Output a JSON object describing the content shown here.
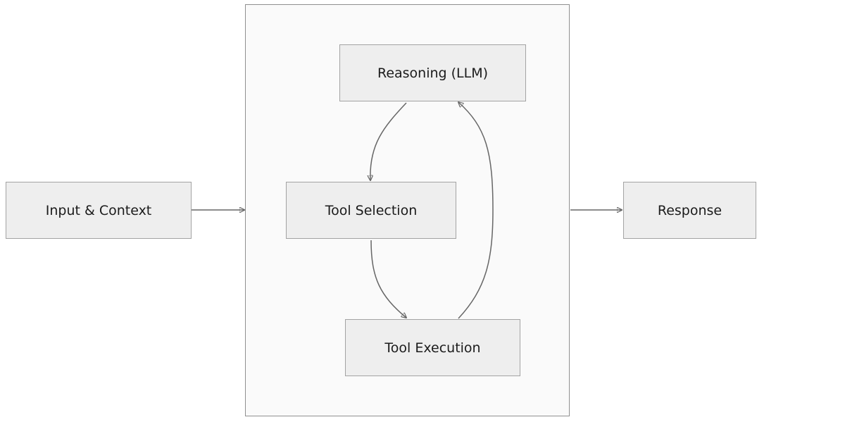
{
  "diagram": {
    "nodes": {
      "input": {
        "label": "Input & Context"
      },
      "reasoning": {
        "label": "Reasoning (LLM)"
      },
      "tool_selection": {
        "label": "Tool Selection"
      },
      "tool_execution": {
        "label": "Tool Execution"
      },
      "response": {
        "label": "Response"
      }
    },
    "edges": [
      {
        "from": "input",
        "to": "agent-loop"
      },
      {
        "from": "reasoning",
        "to": "tool_selection"
      },
      {
        "from": "tool_selection",
        "to": "tool_execution"
      },
      {
        "from": "tool_execution",
        "to": "reasoning"
      },
      {
        "from": "agent-loop",
        "to": "response"
      }
    ],
    "colors": {
      "node_fill": "#eeeeee",
      "node_border": "#a3a3a3",
      "group_fill": "#fafafa",
      "group_border": "#8f8f8f",
      "edge": "#666666"
    }
  }
}
